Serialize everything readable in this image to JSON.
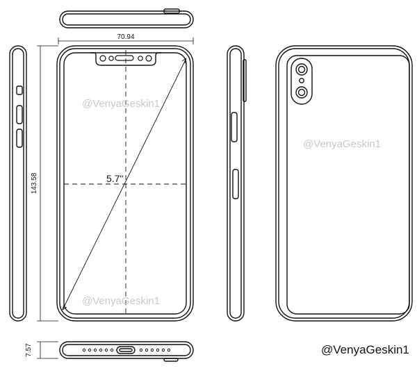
{
  "dimensions": {
    "width": "70.94",
    "height": "143.58",
    "thickness": "7.57",
    "diagonal": "5.7\""
  },
  "watermarks": {
    "front_top": "@VenyaGeskin1",
    "front_bottom": "@VenyaGeskin1",
    "back": "@VenyaGeskin1"
  },
  "credit": "@VenyaGeskin1"
}
